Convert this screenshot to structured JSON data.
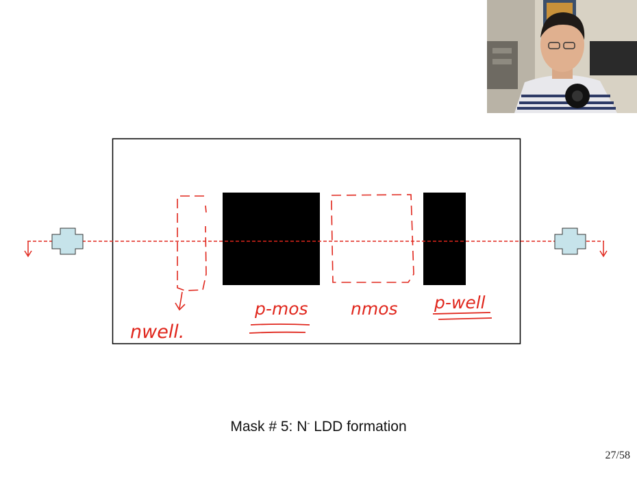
{
  "slide": {
    "caption_prefix": "Mask # 5: N",
    "caption_superscript": "-",
    "caption_suffix": " LDD formation",
    "page_number": "27/58"
  },
  "annotations": {
    "nwell": "nwell.",
    "pmos": "p-mos",
    "nmos": "nmos",
    "pwell": "p-well"
  },
  "colors": {
    "ink": "#e0261c",
    "mask_fill": "#000000",
    "marker_fill": "#c6e3ea"
  },
  "webcam": {
    "description_icon": "presenter-video-icon"
  }
}
